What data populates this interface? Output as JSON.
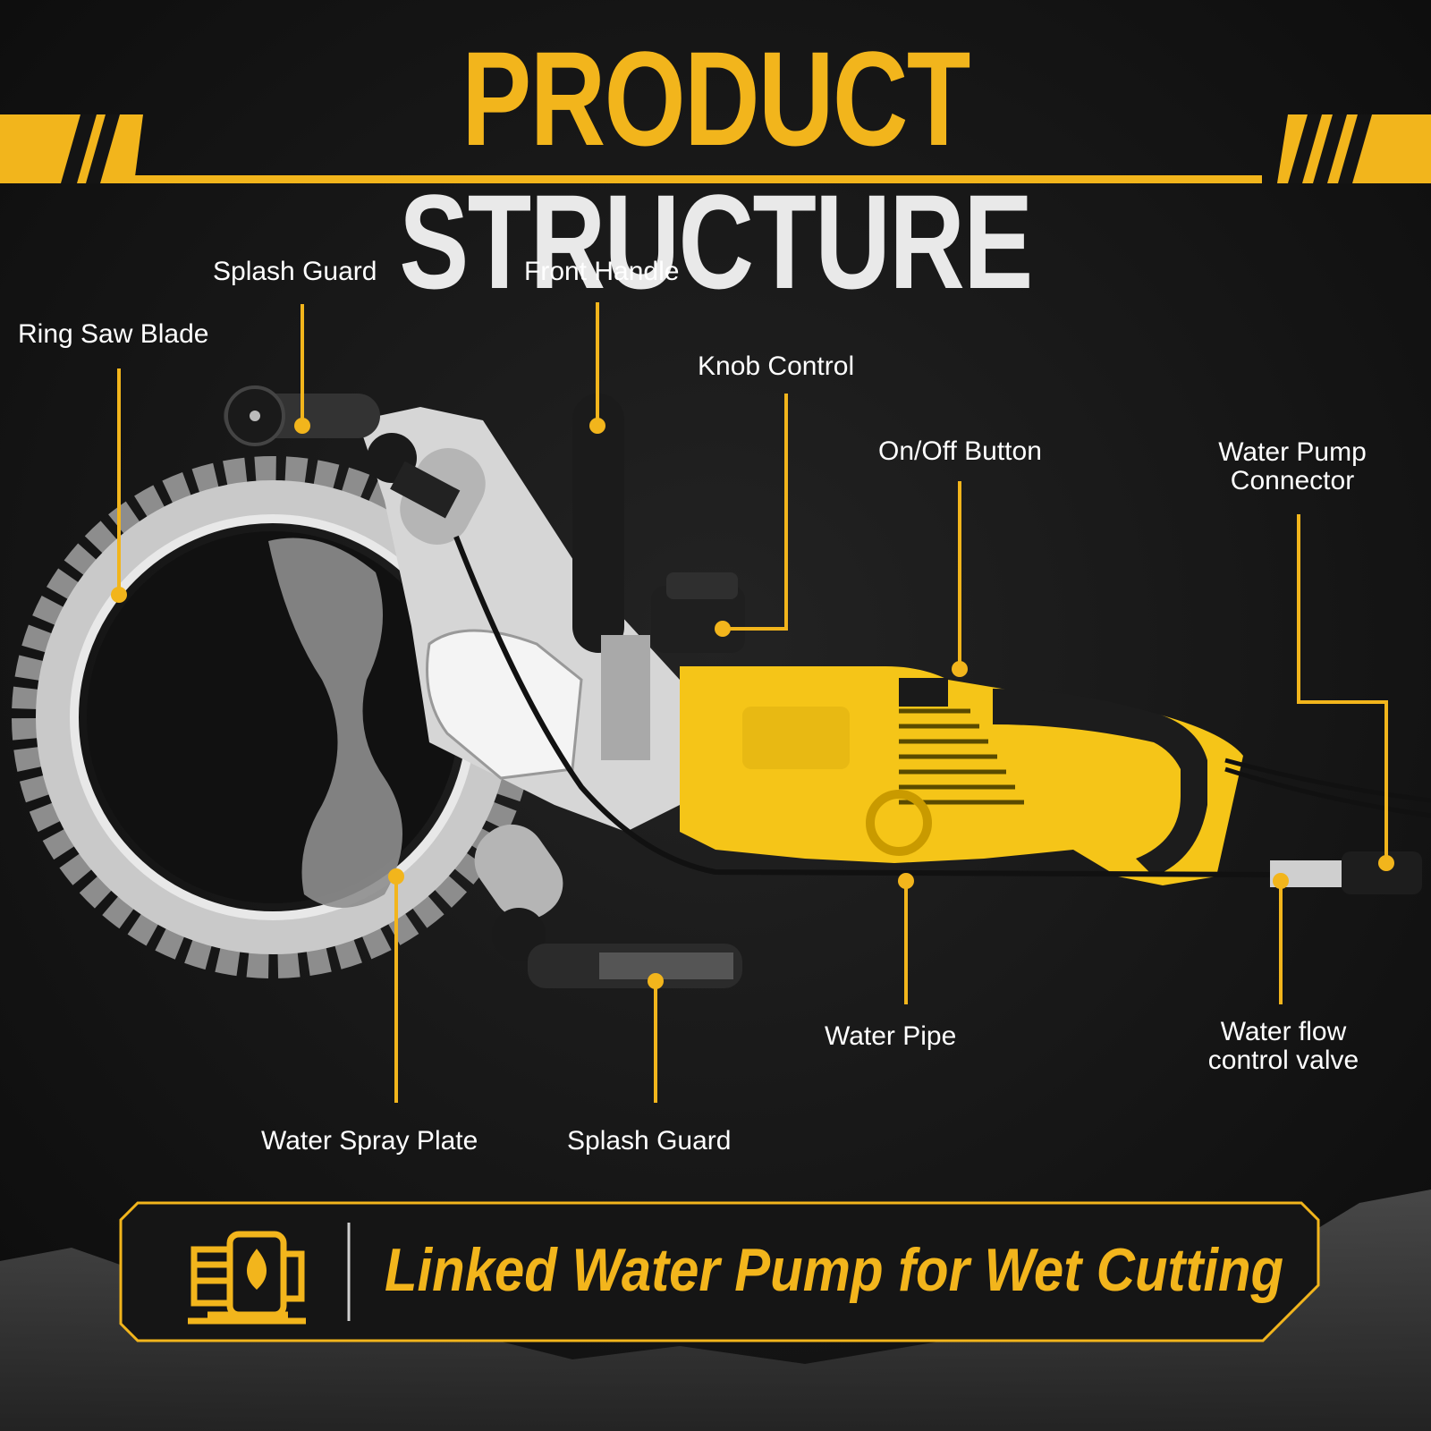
{
  "header": {
    "title_part1": "PRODUCT",
    "title_part2": "STRUCTURE"
  },
  "labels": {
    "splash_guard_top": "Splash Guard",
    "front_handle": "Front Handle",
    "ring_saw_blade": "Ring Saw Blade",
    "knob_control": "Knob Control",
    "on_off_button": "On/Off Button",
    "water_pump_connector_line1": "Water Pump",
    "water_pump_connector_line2": "Connector",
    "water_pipe": "Water Pipe",
    "water_flow_valve_line1": "Water flow",
    "water_flow_valve_line2": "control valve",
    "water_spray_plate": "Water Spray Plate",
    "splash_guard_bottom": "Splash Guard"
  },
  "banner": {
    "text": "Linked Water Pump for Wet Cutting",
    "icon": "water-pump-icon"
  },
  "colors": {
    "accent": "#f2b51c",
    "background": "#141414",
    "tool_yellow": "#f5c518",
    "text": "#ffffff"
  }
}
